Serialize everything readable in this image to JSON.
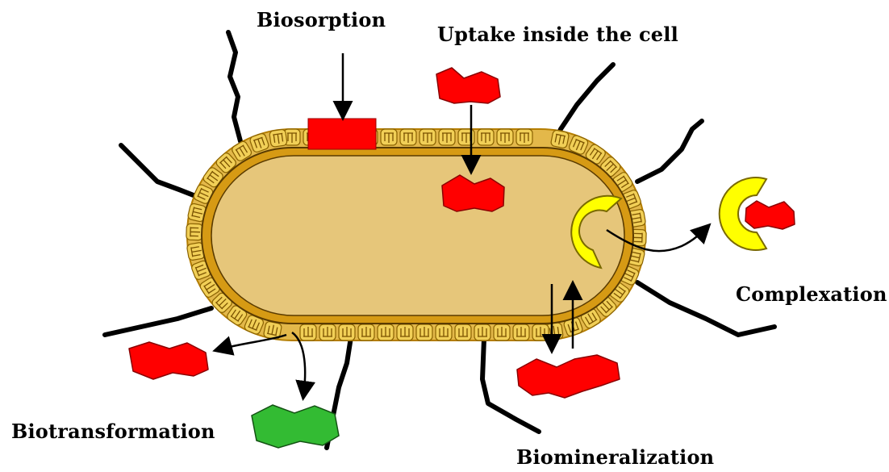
{
  "labels": {
    "biosorption": "Biosorption",
    "uptake": "Uptake inside the cell",
    "complexation": "Complexation",
    "biotransformation": "Biotransformation",
    "biomineralization": "Biomineralization"
  },
  "colors": {
    "cell_fill": "#e7c67a",
    "cell_wall": "#d7a21e",
    "cell_outline": "#3a2a00",
    "metal": "#ff0000",
    "transformed_metal": "#2db82d",
    "chelator": "#ffff00",
    "flagella": "#000000",
    "arrows": "#000000"
  },
  "elements": {
    "metal_shapes": [
      "red-metal",
      "red-metal",
      "red-metal",
      "red-metal",
      "red-metal",
      "red-metal"
    ],
    "transformed_shapes": [
      "green-metal"
    ],
    "chelator_shapes": [
      "yellow-c-chelator",
      "yellow-c-chelator"
    ]
  }
}
